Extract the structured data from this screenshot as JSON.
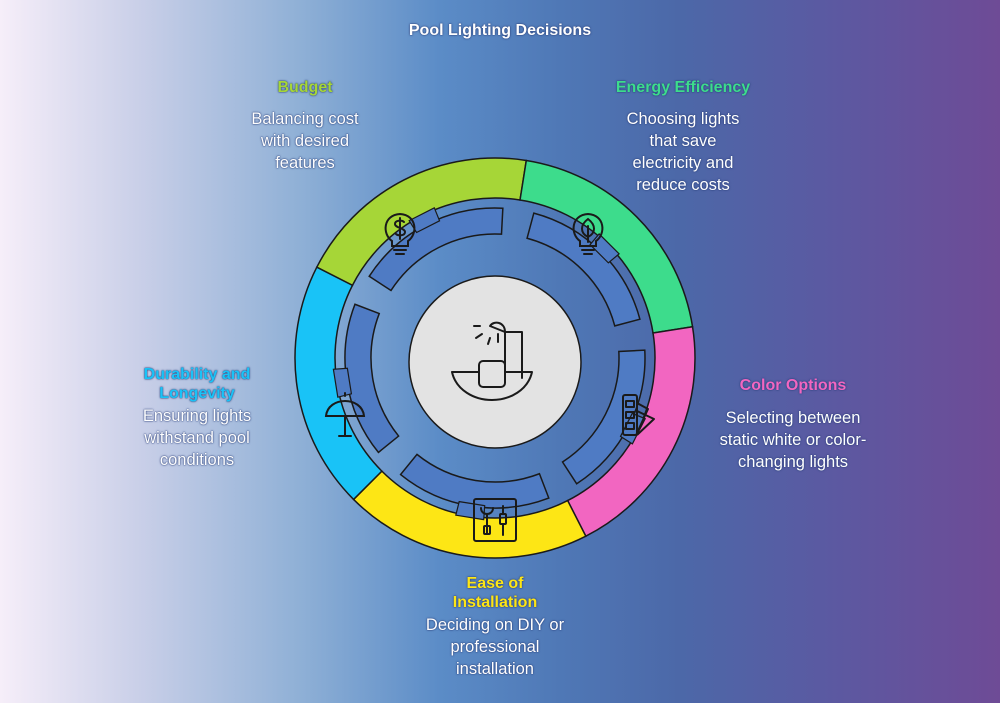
{
  "title": "Pool Lighting Decisions",
  "center": {
    "icon": "pool-light-icon"
  },
  "segments": [
    {
      "key": "budget",
      "title": "Budget",
      "description": "Balancing cost with desired features",
      "color": "#a6d637",
      "icon": "dollar-bulb-icon"
    },
    {
      "key": "energy",
      "title": "Energy Efficiency",
      "description": "Choosing lights that save electricity and reduce costs",
      "color": "#3ddc8c",
      "icon": "leaf-bulb-icon"
    },
    {
      "key": "color",
      "title": "Color Options",
      "description": "Selecting between static white or color-changing lights",
      "color": "#f266c1",
      "icon": "color-swatch-icon"
    },
    {
      "key": "installation",
      "title": "Ease of Installation",
      "description": "Deciding on DIY or professional installation",
      "color": "#fde615",
      "icon": "tools-icon"
    },
    {
      "key": "durability",
      "title": "Durability and Longevity",
      "description": "Ensuring lights withstand pool conditions",
      "color": "#19c3f7",
      "icon": "umbrella-icon"
    }
  ],
  "colors": {
    "inner_ring": "#4f7bc4",
    "center_fill": "#e3e3e3",
    "outline": "#1a1a1a"
  }
}
